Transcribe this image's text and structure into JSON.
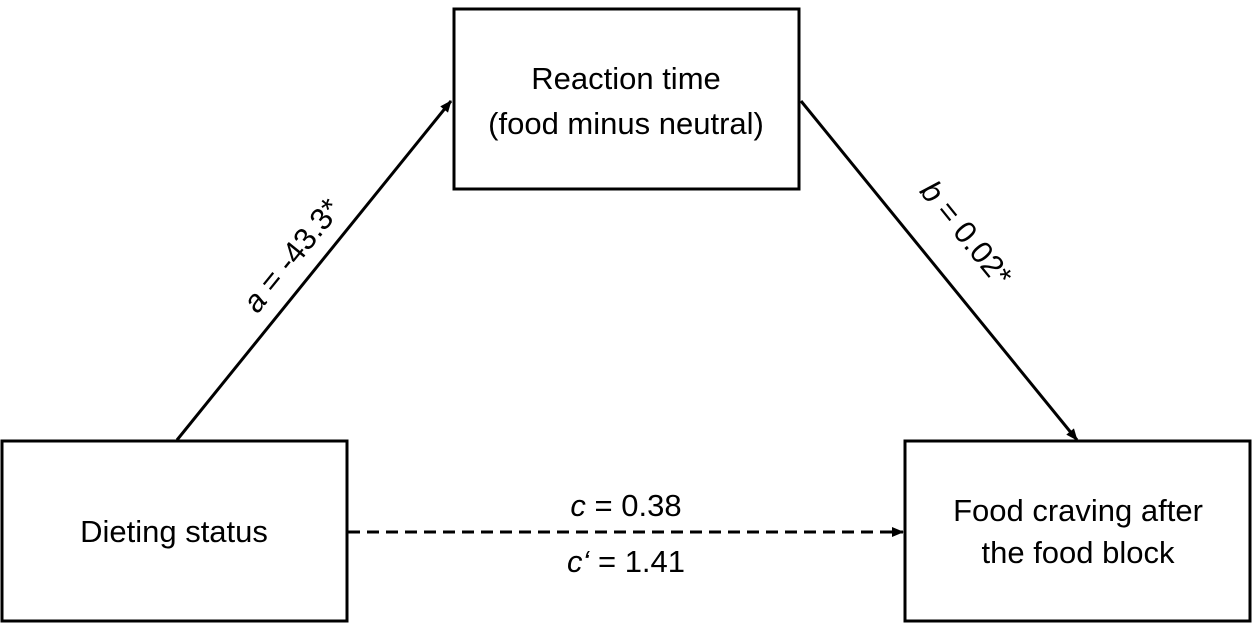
{
  "nodes": {
    "mediator": {
      "line1": "Reaction time",
      "line2": "(food minus neutral)"
    },
    "predictor": {
      "label": "Dieting status"
    },
    "outcome": {
      "line1": "Food craving after",
      "line2": "the food block"
    }
  },
  "paths": {
    "a": {
      "symbol": "a",
      "value": " = -43.3*"
    },
    "b": {
      "symbol": "b",
      "value": " = 0.02*"
    },
    "c": {
      "symbol": "c",
      "value": " = 0.38"
    },
    "c_prime": {
      "symbol": "c‘",
      "value": " = 1.41"
    }
  },
  "colors": {
    "stroke": "#000000",
    "background": "#ffffff"
  }
}
